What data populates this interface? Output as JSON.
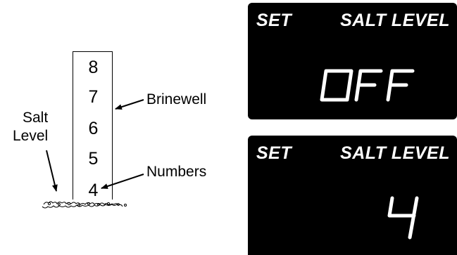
{
  "diagram": {
    "brinewell_numbers": [
      "8",
      "7",
      "6",
      "5",
      "4"
    ],
    "salt_level_label": [
      "Salt",
      "Level"
    ],
    "brinewell_label": "Brinewell",
    "numbers_label": "Numbers"
  },
  "displays": [
    {
      "set_label": "SET",
      "title": "SALT LEVEL",
      "value": "OFF"
    },
    {
      "set_label": "SET",
      "title": "SALT LEVEL",
      "value": "4"
    }
  ],
  "colors": {
    "lcd_background": "#000000",
    "lcd_text": "#ffffff",
    "line": "#000000"
  }
}
